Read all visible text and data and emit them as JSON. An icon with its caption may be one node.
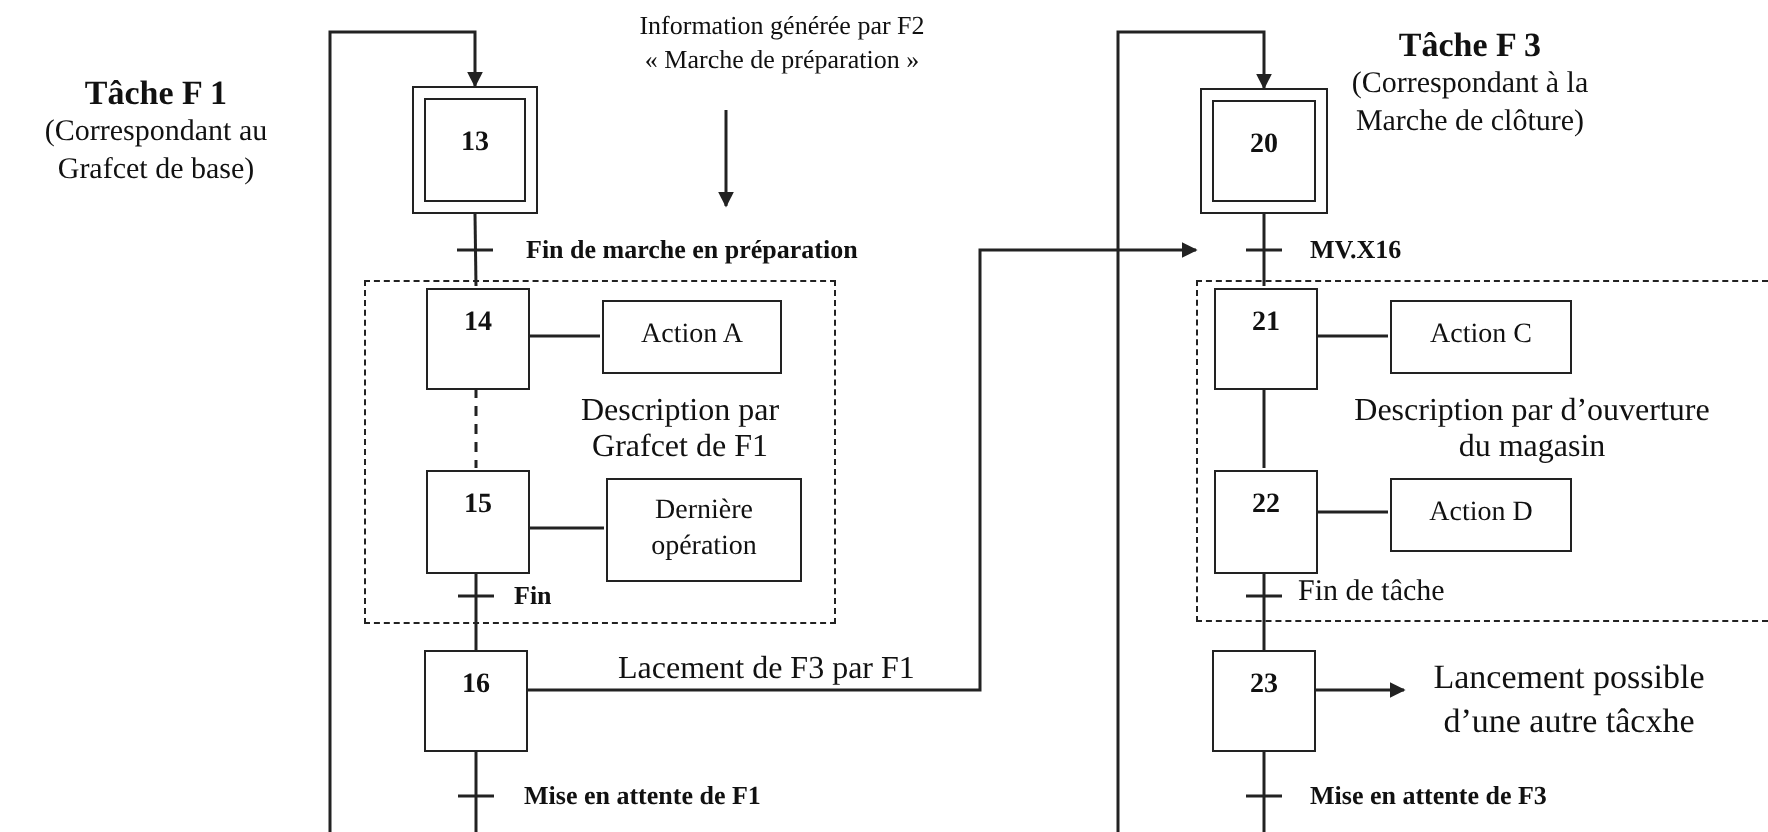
{
  "diagram": {
    "nodes": [
      {
        "text": [
          "Information générée par F2 « Marche de préparation »"
        ]
      },
      {
        "text": [
          "13"
        ]
      },
      {
        "text": [
          "Description par Grafcet de F1"
        ]
      },
      {
        "text": [
          "14"
        ],
        "in": 2
      },
      {
        "text": [
          "Action A"
        ],
        "in": 2
      },
      {
        "text": [
          "15"
        ],
        "in": 2
      },
      {
        "text": [
          "Dernière opération"
        ],
        "in": 2
      },
      {
        "text": [
          "16"
        ]
      },
      {
        "text": [
          "20"
        ]
      },
      {
        "text": [
          "Description par d’ouverture du magasin"
        ]
      },
      {
        "text": [
          "21"
        ],
        "in": 9
      },
      {
        "text": [
          "Action C"
        ],
        "in": 9
      },
      {
        "text": [
          "22"
        ],
        "in": 9
      },
      {
        "text": [
          "Action D"
        ],
        "in": 9
      },
      {
        "text": [
          "23"
        ]
      },
      {
        "text": [
          "Lancement possible d’une autre tâcxhe"
        ]
      }
    ],
    "edges": [
      {
        "from": 0,
        "to": null,
        "arrow": "to"
      },
      {
        "from": 1,
        "to": 3,
        "arrow": "none",
        "label": "Fin de marche en préparation"
      },
      {
        "from": 3,
        "to": 4,
        "arrow": "none"
      },
      {
        "from": 3,
        "to": 5,
        "arrow": "none",
        "style": "dashed"
      },
      {
        "from": 5,
        "to": 6,
        "arrow": "none"
      },
      {
        "from": 5,
        "to": 7,
        "arrow": "none",
        "label": "Fin"
      },
      {
        "from": 7,
        "to": null,
        "arrow": "none",
        "label": "Mise en attente de F1"
      },
      {
        "from": null,
        "to": 1,
        "arrow": "to"
      },
      {
        "from": 7,
        "to": 9,
        "arrow": "to",
        "label": "Lacement de F3 par F1"
      },
      {
        "from": 8,
        "to": 10,
        "arrow": "none",
        "label": "MV.X16"
      },
      {
        "from": 10,
        "to": 11,
        "arrow": "none"
      },
      {
        "from": 10,
        "to": 12,
        "arrow": "none"
      },
      {
        "from": 12,
        "to": 13,
        "arrow": "none"
      },
      {
        "from": 12,
        "to": 14,
        "arrow": "none",
        "label": "Fin de tâche"
      },
      {
        "from": 14,
        "to": null,
        "arrow": "none",
        "label": "Mise en attente de F3"
      },
      {
        "from": null,
        "to": 8,
        "arrow": "to"
      },
      {
        "from": 14,
        "to": 15,
        "arrow": "to"
      }
    ],
    "labels": [
      "Tâche F 1",
      "(Correspondant au Grafcet de base)",
      "Tâche F 3",
      "(Correspondant à la Marche de clôture)"
    ]
  }
}
